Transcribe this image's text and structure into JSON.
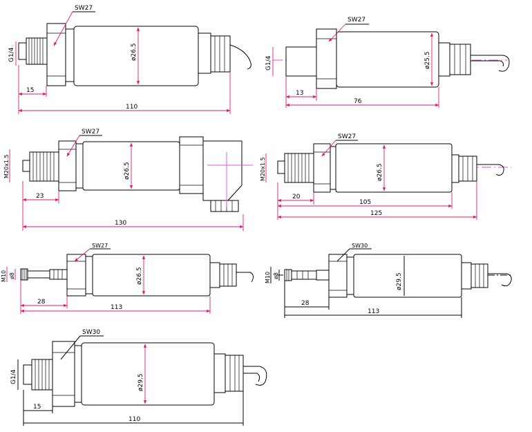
{
  "accent_dim_color": "#e8176d",
  "centerline_color": "#e84fd6",
  "drawings": [
    {
      "id": "d1",
      "thread": "G1/4",
      "wrench": "SW27",
      "diameter": "ø26.5",
      "dims": [
        "15",
        "110"
      ]
    },
    {
      "id": "d2",
      "thread": "G1/4",
      "wrench": "SW27",
      "diameter": "ø25.5",
      "dims": [
        "13",
        "76"
      ]
    },
    {
      "id": "d3",
      "thread": "M20x1.5",
      "wrench": "SW27",
      "diameter": "ø26.5",
      "dims": [
        "23",
        "130"
      ]
    },
    {
      "id": "d4",
      "thread": "M20x1.5",
      "wrench": "SW27",
      "diameter": "ø26.5",
      "dims": [
        "20",
        "105",
        "125"
      ]
    },
    {
      "id": "d5",
      "thread": "M10",
      "bore": "ø8",
      "wrench": "SW27",
      "diameter": "ø26.5",
      "dims": [
        "28",
        "113"
      ]
    },
    {
      "id": "d6",
      "thread": "M10",
      "bore": "ø8",
      "wrench": "SW30",
      "diameter": "ø29.5",
      "dims": [
        "28",
        "113"
      ]
    },
    {
      "id": "d7",
      "thread": "G1/4",
      "wrench": "SW30",
      "diameter": "ø29.5",
      "dims": [
        "15",
        "110"
      ]
    }
  ]
}
